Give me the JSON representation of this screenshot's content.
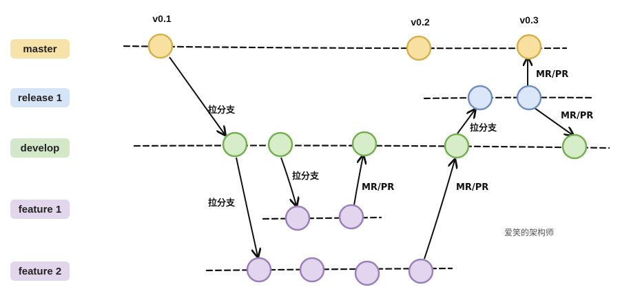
{
  "branches": [
    {
      "label": "master",
      "color": "#f7e3a7"
    },
    {
      "label": "release 1",
      "color": "#d6e4f7"
    },
    {
      "label": "develop",
      "color": "#d3e8c9"
    },
    {
      "label": "feature 1",
      "color": "#e2d6ec"
    },
    {
      "label": "feature 2",
      "color": "#e2d6ec"
    }
  ],
  "node_colors": {
    "master": {
      "fill": "#f7e0a0",
      "stroke": "#d6b14a"
    },
    "release": {
      "fill": "#dbe6f8",
      "stroke": "#6f8fc4"
    },
    "develop": {
      "fill": "#d7ecc8",
      "stroke": "#72b04e"
    },
    "feature": {
      "fill": "#e3d5ee",
      "stroke": "#9a7fba"
    }
  },
  "versions": [
    "v0.1",
    "v0.2",
    "v0.3"
  ],
  "annotations": {
    "branch": "拉分支",
    "merge": "MR/PR"
  },
  "watermark": "爱笑的架构师"
}
